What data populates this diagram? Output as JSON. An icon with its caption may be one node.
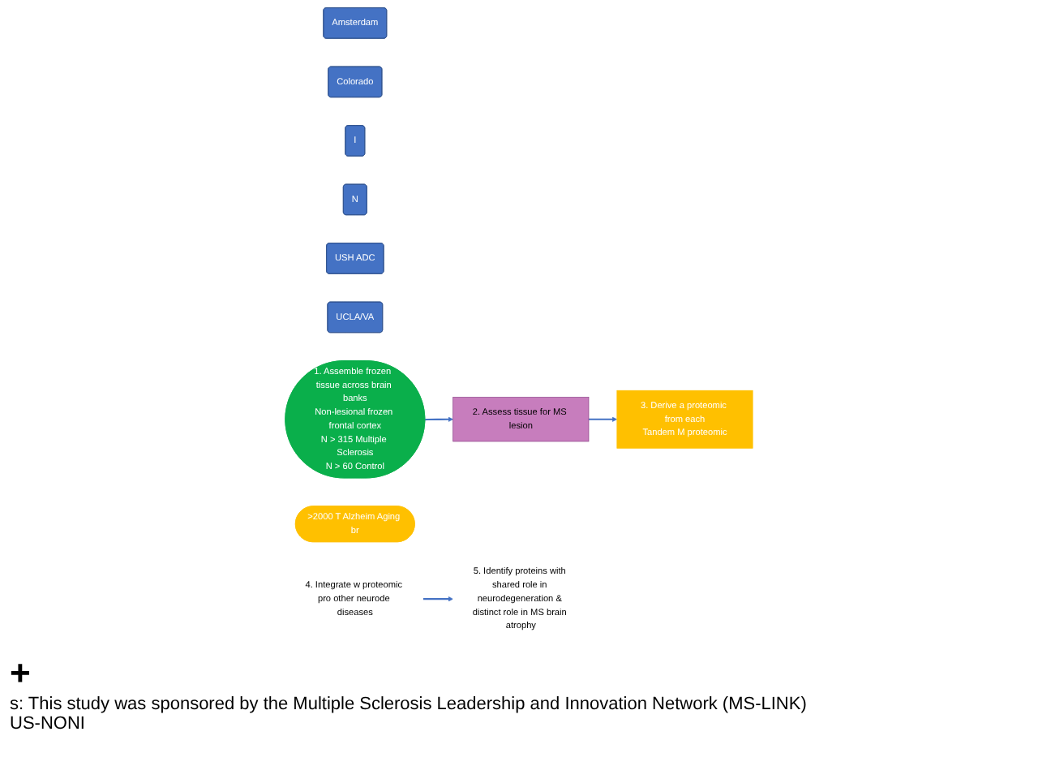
{
  "diagram": {
    "nodes": [
      {
        "text": [
          "Amsterdam"
        ]
      },
      {
        "text": [
          "Colorado"
        ]
      },
      {
        "text": [
          "I"
        ]
      },
      {
        "text": [
          "N"
        ]
      },
      {
        "text": [
          "USH ADC"
        ]
      },
      {
        "text": [
          "UCLA/VA"
        ]
      },
      {
        "text": [
          "1. Assemble frozen  tissue across brain banks",
          "Non-lesional frozen frontal cortex",
          "N > 315 Multiple Sclerosis",
          "N > 60 Control"
        ]
      },
      {
        "text": [
          "2. Assess tissue for MS lesion"
        ]
      },
      {
        "text": [
          "3. Derive a proteomic from each",
          "Tandem M proteomic"
        ]
      },
      {
        "text": [
          ">2000 T Alzheim Aging br"
        ]
      },
      {
        "text": [
          "4. Integrate w proteomic pro other neurode diseases"
        ]
      },
      {
        "text": [
          "5. Identify proteins with shared role in neurodegeneration & distinct role in MS brain atrophy"
        ]
      }
    ],
    "edges": [
      {
        "from": 6,
        "to": 7,
        "arrow": "to"
      },
      {
        "from": 7,
        "to": 8,
        "arrow": "to"
      },
      {
        "from": 10,
        "to": 11,
        "arrow": "to"
      }
    ],
    "labels": [
      "+",
      "s: This study was sponsored by the Multiple Sclerosis Leadership and Innovation Network (MS-LINK)",
      "US-NONI"
    ]
  }
}
